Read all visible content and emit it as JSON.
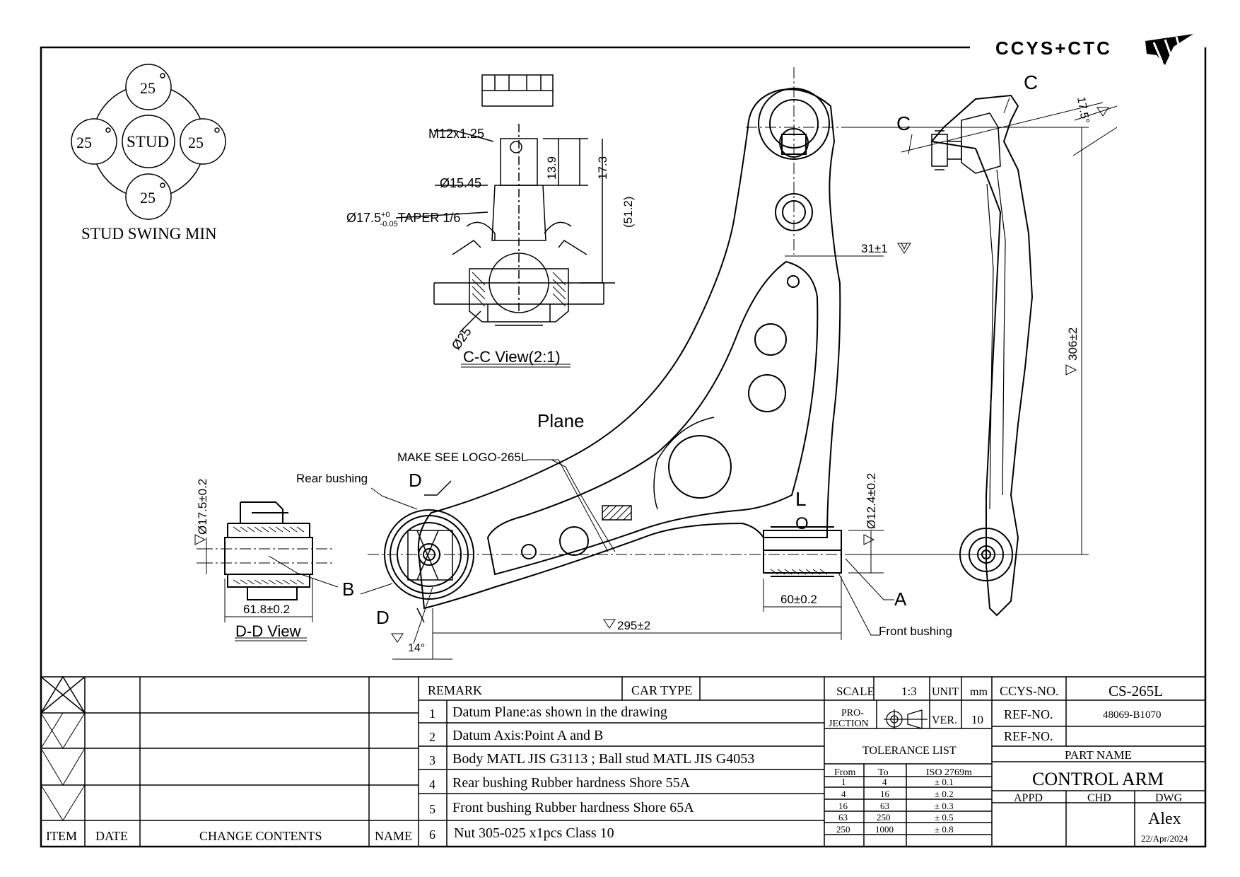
{
  "brand": {
    "logo_text": "CCYS+CTC"
  },
  "stud_swing": {
    "top": "25",
    "left": "25",
    "right": "25",
    "bottom": "25",
    "center": "STUD",
    "title": "STUD SWING MIN"
  },
  "cc_view": {
    "thread": "M12x1.25",
    "dim_13_9": "13.9",
    "dim_17_3": "17.3",
    "dim_51_2": "(51.2)",
    "dia_15_45": "Ø15.45",
    "taper_prefix": "Ø17.5",
    "taper_sup": "+0",
    "taper_sub": "-0.05",
    "taper_suffix": "TAPER 1/6",
    "dia_25": "Ø25",
    "title": "C-C View(2:1)"
  },
  "main_view": {
    "plane": "Plane",
    "logo_note": "MAKE SEE LOGO-265L",
    "rear_bushing": "Rear  bushing",
    "front_bushing": "Front  bushing",
    "d_top": "D",
    "d_bottom": "D",
    "label_a": "A",
    "label_b": "B",
    "label_l": "L",
    "label_o": "O",
    "dim_31": "31±1",
    "dim_306": "306±2",
    "dim_295": "295±2",
    "dim_60": "60±0.2",
    "dim_12_4": "Ø12.4±0.2",
    "angle_14": "14°",
    "angle_17_5": "17.5°",
    "c_left": "C",
    "c_right": "C"
  },
  "dd_view": {
    "dim_17_5": "Ø17.5±0.2",
    "dim_61_8": "61.8±0.2",
    "title": "D-D View"
  },
  "revision_table": {
    "headers": {
      "item": "ITEM",
      "date": "DATE",
      "change": "CHANGE CONTENTS",
      "name": "NAME"
    }
  },
  "remarks": {
    "remark_label": "REMARK",
    "car_type_label": "CAR TYPE",
    "items": [
      {
        "no": "1",
        "text": "Datum Plane:as shown in the drawing"
      },
      {
        "no": "2",
        "text": "Datum Axis:Point A and B"
      },
      {
        "no": "3",
        "text": "Body MATL JIS G3113 ; Ball stud MATL JIS G4053"
      },
      {
        "no": "4",
        "text": "Rear bushing Rubber hardness Shore 55A"
      },
      {
        "no": "5",
        "text": "Front bushing Rubber hardness Shore 65A"
      },
      {
        "no": "6",
        "text": "Nut 305-025 x1pcs Class 10"
      }
    ]
  },
  "spec": {
    "scale_label": "SCALE",
    "scale": "1:3",
    "unit_label": "UNIT",
    "unit": "mm",
    "projection_label_1": "PRO-",
    "projection_label_2": "JECTION",
    "ver_label": "VER.",
    "ver": "10",
    "tolerance_title": "TOLERANCE LIST",
    "tol_headers": {
      "from": "From",
      "to": "To",
      "iso": "ISO 2769m"
    },
    "tol_rows": [
      {
        "from": "1",
        "to": "4",
        "tol": "± 0.1"
      },
      {
        "from": "4",
        "to": "16",
        "tol": "± 0.2"
      },
      {
        "from": "16",
        "to": "63",
        "tol": "± 0.3"
      },
      {
        "from": "63",
        "to": "250",
        "tol": "± 0.5"
      },
      {
        "from": "250",
        "to": "1000",
        "tol": "± 0.8"
      }
    ]
  },
  "title_block": {
    "ccys_label": "CCYS-NO.",
    "ccys_no": "CS-265L",
    "ref_label_1": "REF-NO.",
    "ref_no_1": "48069-B1070",
    "ref_label_2": "REF-NO.",
    "ref_no_2": "",
    "part_name_label": "PART NAME",
    "part_name": "CONTROL ARM",
    "appd_label": "APPD",
    "chd_label": "CHD",
    "dwg_label": "DWG",
    "drawn_by": "Alex",
    "date": "22/Apr/2024"
  }
}
